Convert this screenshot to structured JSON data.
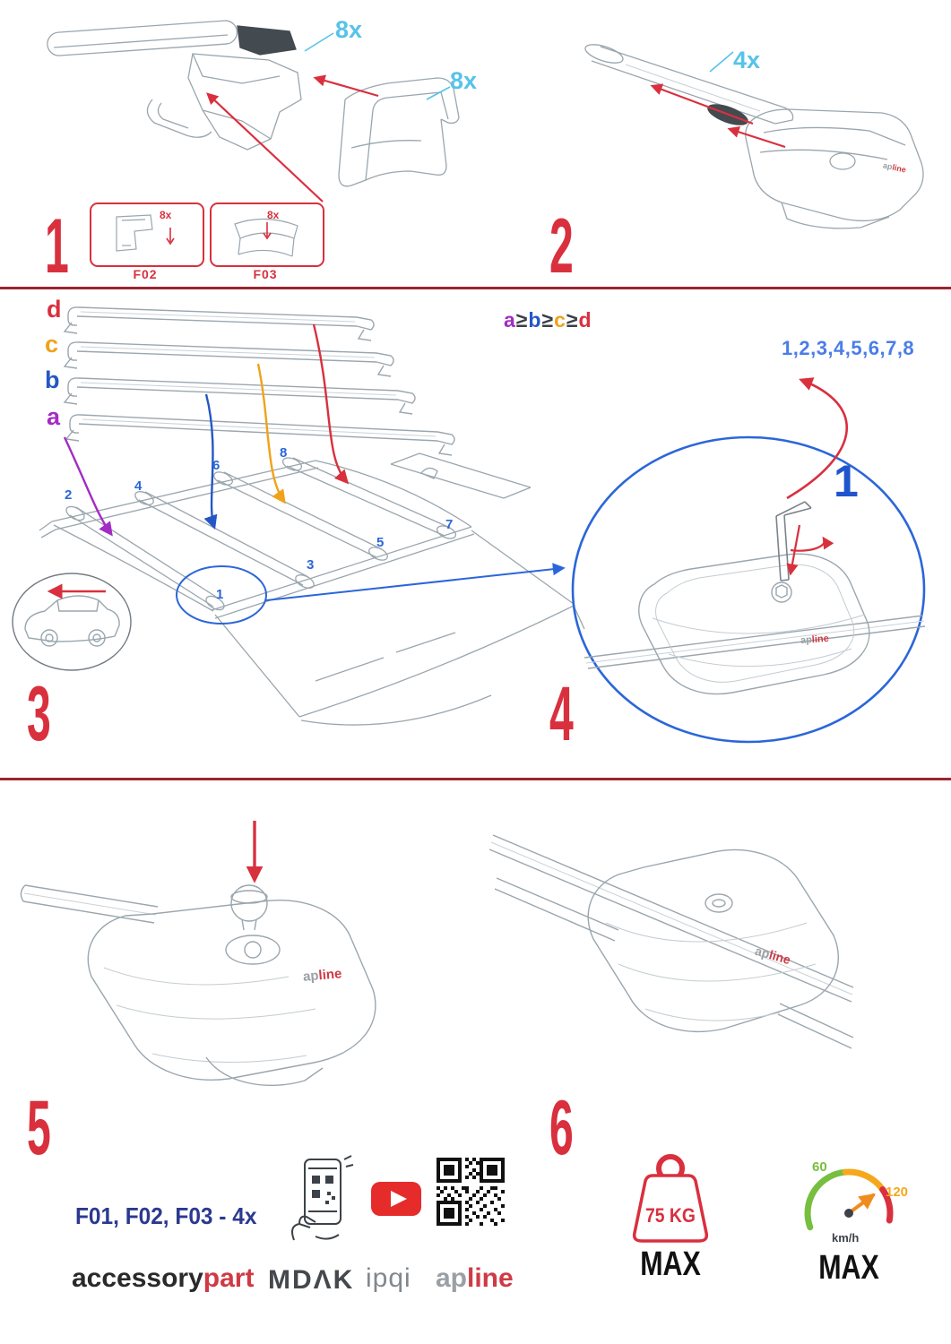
{
  "colors": {
    "step_red": "#d9303e",
    "cyan": "#56c3e8",
    "blue": "#2b66d9",
    "light_blue": "#4a7de8",
    "purple": "#a32cc4",
    "orange": "#f0a21a",
    "navy": "#2b3990",
    "brand_red": "#cf3a44",
    "brand_dark": "#2a2a2a",
    "brand_gray": "#9aa0a5",
    "gauge_green": "#76bf3f",
    "line_art": "#9aa6ae",
    "divider": "#9b2430",
    "youtube_red": "#e62b2b"
  },
  "step1": {
    "number": "1",
    "qty_foot": "8x",
    "qty_cover": "8x",
    "box_f02": {
      "label": "F02",
      "qty": "8x"
    },
    "box_f03": {
      "label": "F03",
      "qty": "8x"
    }
  },
  "step2": {
    "number": "2",
    "qty": "4x",
    "foot_logo_ap": "ap",
    "foot_logo_line": "line"
  },
  "step3": {
    "number": "3",
    "bar_labels": {
      "a": "a",
      "b": "b",
      "c": "c",
      "d": "d"
    },
    "formula": {
      "a": "a",
      "ge1": "≥",
      "b": "b",
      "ge2": "≥",
      "c": "c",
      "ge3": "≥",
      "d": "d"
    },
    "positions": [
      "1",
      "2",
      "3",
      "4",
      "5",
      "6",
      "7",
      "8"
    ]
  },
  "step4": {
    "number": "4",
    "sequence": "1,2,3,4,5,6,7,8",
    "pointer_label": "1",
    "foot_logo_ap": "ap",
    "foot_logo_line": "line"
  },
  "step5": {
    "number": "5",
    "parts_text": "F01, F02, F03 - 4x",
    "foot_logo_ap": "ap",
    "foot_logo_line": "line"
  },
  "step6": {
    "number": "6",
    "foot_logo_ap": "ap",
    "foot_logo_line": "line",
    "weight_value": "75 KG",
    "weight_max": "MAX",
    "speed_low": "60",
    "speed_high": "120",
    "speed_unit": "km/h",
    "speed_max": "MAX"
  },
  "brands": {
    "accessory": "accessory",
    "part": "part",
    "mdak": "MDΛK",
    "ipqi": "ipqi",
    "apline_ap": "ap",
    "apline_line": "line"
  }
}
